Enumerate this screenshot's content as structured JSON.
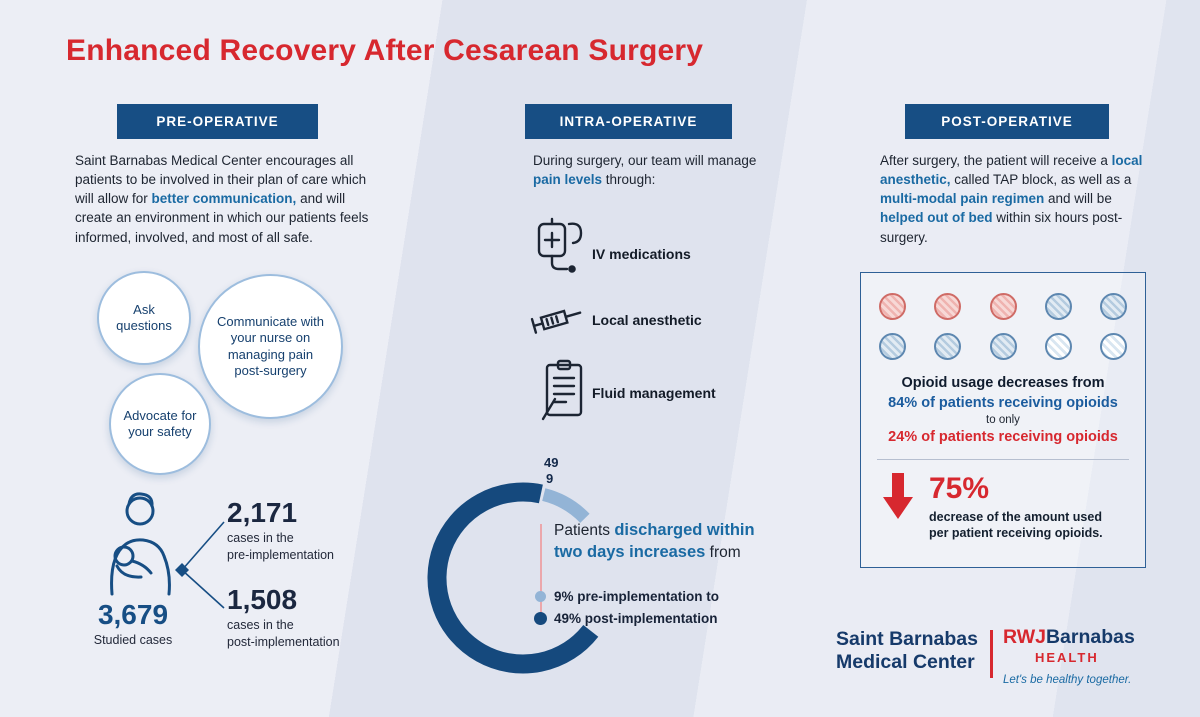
{
  "title": "Enhanced Recovery After Cesarean Surgery",
  "accent_colors": {
    "red": "#d7282f",
    "navy": "#174e84",
    "blue": "#1a6aa3",
    "light_blue": "#8fb3d6"
  },
  "pre": {
    "badge": "PRE-OPERATIVE",
    "intro": [
      {
        "t": "Saint Barnabas Medical Center encourages all patients to be involved in their plan of care which will allow for "
      },
      {
        "t": "better communication,",
        "c": "blue"
      },
      {
        "t": " and will create an environment in which our patients feels informed, involved, and most of all safe."
      }
    ],
    "circles": [
      {
        "label": "Ask questions"
      },
      {
        "label": "Communicate with your nurse on managing pain post-surgery"
      },
      {
        "label": "Advocate for your safety"
      }
    ],
    "stats": {
      "total_value": "3,679",
      "total_label": "Studied cases",
      "pre_value": "2,171",
      "pre_label_line1": "cases in the",
      "pre_label_line2": "pre-implementation",
      "post_value": "1,508",
      "post_label_line1": "cases in the",
      "post_label_line2": "post-implementation"
    }
  },
  "intra": {
    "badge": "INTRA-OPERATIVE",
    "intro": [
      {
        "t": "During surgery, our team will manage "
      },
      {
        "t": "pain levels",
        "c": "blue"
      },
      {
        "t": " through:"
      }
    ],
    "items": [
      {
        "label": "IV medications"
      },
      {
        "label": "Local anesthetic"
      },
      {
        "label": "Fluid management"
      }
    ],
    "gauge": {
      "post_value": "49",
      "pre_value": "9",
      "caption": [
        {
          "t": "Patients "
        },
        {
          "t": "discharged within two days increases",
          "c": "blue-big"
        },
        {
          "t": " from"
        }
      ],
      "legend": [
        {
          "text": "9% pre-implementation to"
        },
        {
          "text": "49% post-implementation"
        }
      ]
    }
  },
  "post": {
    "badge": "POST-OPERATIVE",
    "intro": [
      {
        "t": "After surgery, the patient will receive a "
      },
      {
        "t": "local anesthetic,",
        "c": "blue"
      },
      {
        "t": " called TAP block, as well as a "
      },
      {
        "t": "multi-modal pain regimen",
        "c": "blue"
      },
      {
        "t": " and will be "
      },
      {
        "t": "helped out of bed",
        "c": "blue"
      },
      {
        "t": " within six hours post-surgery."
      }
    ],
    "opioid_box": {
      "pills": [
        "red",
        "red",
        "red",
        "blue",
        "blue",
        "blue",
        "blue",
        "blue",
        "light",
        "light"
      ],
      "line1": "Opioid usage decreases from",
      "line2": "84% of patients receiving opioids",
      "line3": "to only",
      "line4": "24% of patients receiving opioids",
      "pct": "75%",
      "pct_caption_line1": "decrease of the amount used",
      "pct_caption_line2": "per patient receiving opioids."
    },
    "logo": {
      "hospital_line1": "Saint Barnabas",
      "hospital_line2": "Medical Center",
      "brand_red": "RWJ",
      "brand_blue": "Barnabas",
      "brand_sub": "HEALTH",
      "tagline": "Let's be healthy together."
    }
  },
  "chart_data": [
    {
      "type": "pie",
      "title": "Patients discharged within two days",
      "series": [
        {
          "name": "49% post-implementation",
          "value": 49
        },
        {
          "name": "9% pre-implementation",
          "value": 9
        }
      ],
      "unit": "%"
    },
    {
      "type": "bar",
      "title": "Opioid usage decreases",
      "categories": [
        "patients receiving opioids (before)",
        "patients receiving opioids (after)"
      ],
      "values": [
        84,
        24
      ],
      "unit": "%",
      "note": "75% decrease of the amount used per patient receiving opioids"
    },
    {
      "type": "table",
      "title": "Studied cases",
      "categories": [
        "total studied cases",
        "cases in the pre-implementation",
        "cases in the post-implementation"
      ],
      "values": [
        3679,
        2171,
        1508
      ]
    }
  ]
}
